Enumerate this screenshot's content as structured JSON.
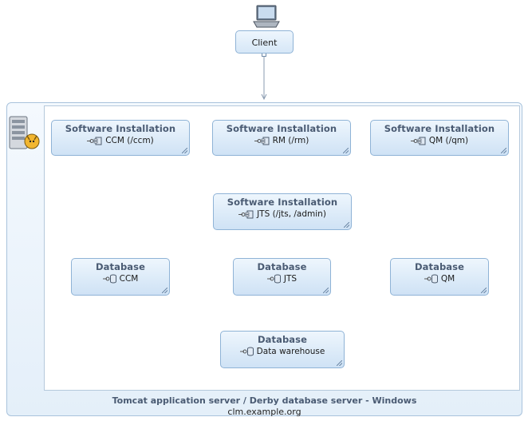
{
  "client": {
    "label": "Client",
    "icon": "laptop-icon"
  },
  "server": {
    "title": "Tomcat application server / Derby database server - Windows",
    "host": "clm.example.org",
    "icon": "server-tomcat-icon"
  },
  "software_installations": [
    {
      "title": "Software Installation",
      "label": "CCM (/ccm)",
      "icon": "component-icon"
    },
    {
      "title": "Software Installation",
      "label": "RM (/rm)",
      "icon": "component-icon"
    },
    {
      "title": "Software Installation",
      "label": "QM (/qm)",
      "icon": "component-icon"
    },
    {
      "title": "Software Installation",
      "label": "JTS (/jts, /admin)",
      "icon": "component-icon"
    }
  ],
  "databases": [
    {
      "title": "Database",
      "label": "CCM",
      "icon": "database-icon"
    },
    {
      "title": "Database",
      "label": "JTS",
      "icon": "database-icon"
    },
    {
      "title": "Database",
      "label": "QM",
      "icon": "database-icon"
    },
    {
      "title": "Database",
      "label": "Data warehouse",
      "icon": "database-icon"
    }
  ],
  "colors": {
    "node_border": "#8fb3d6",
    "node_fill": "#dbeaf8",
    "title_text": "#4a5b73",
    "connector": "#8a9bb0"
  }
}
